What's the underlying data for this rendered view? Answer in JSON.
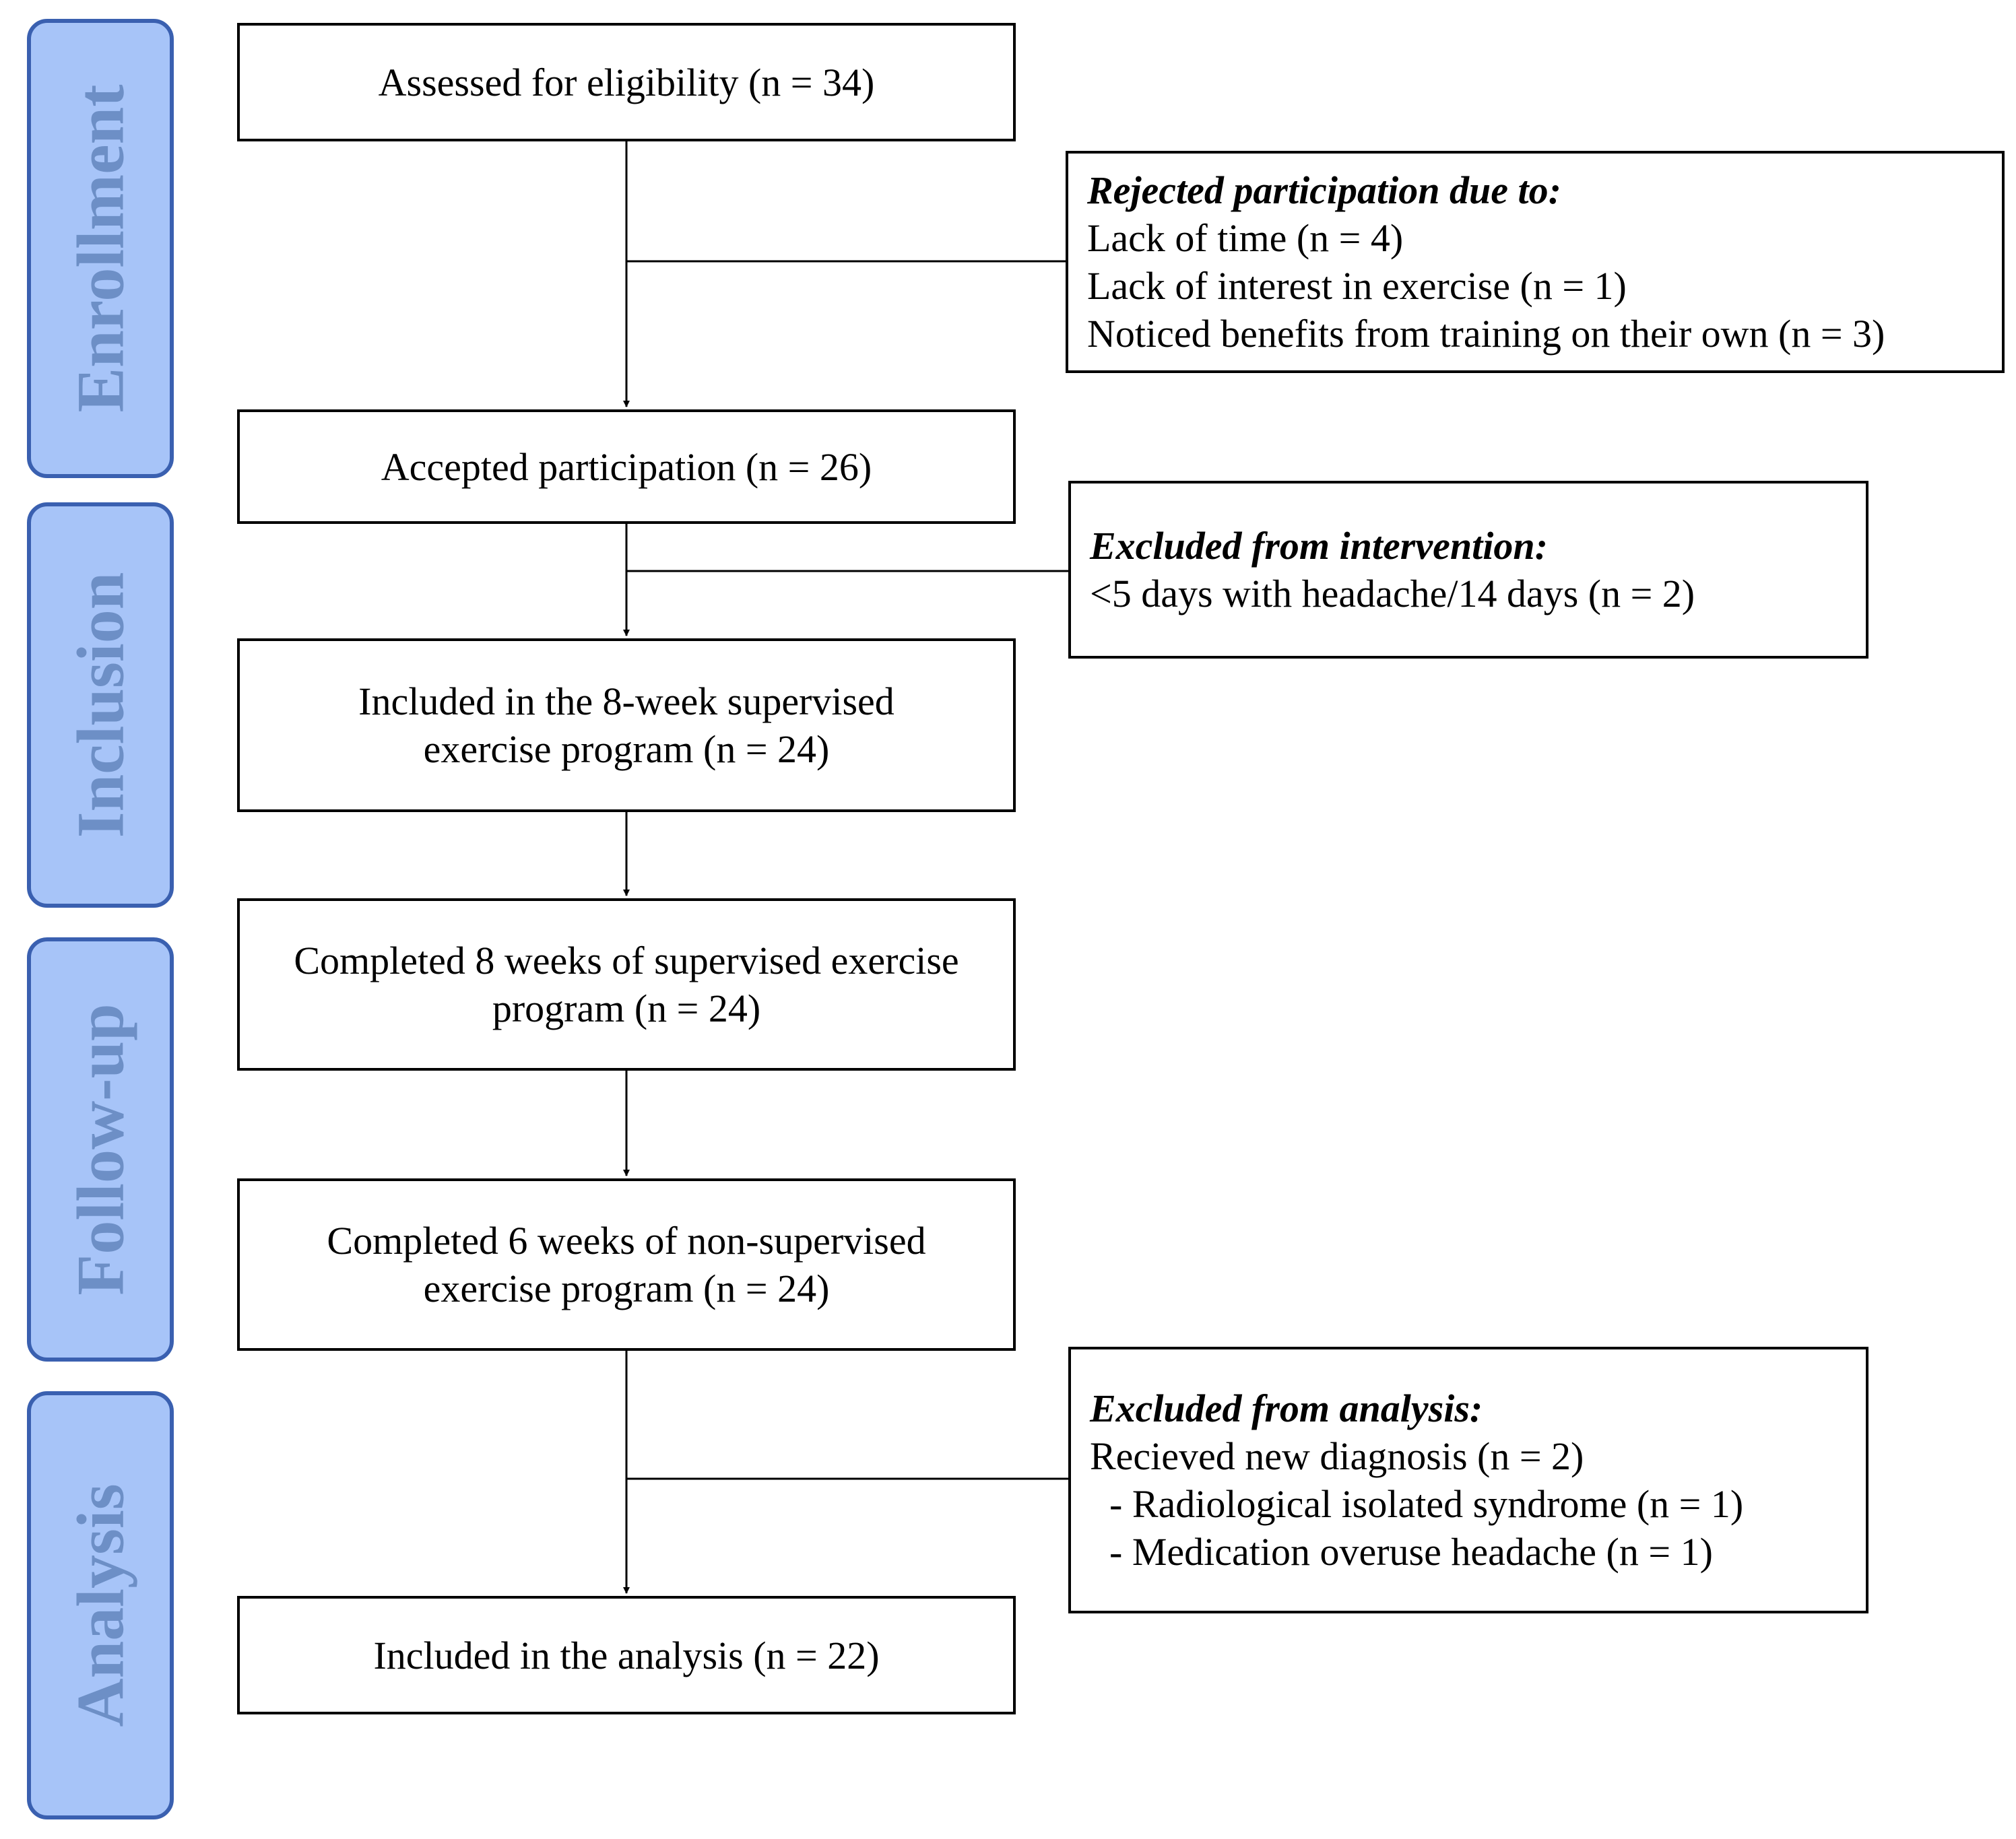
{
  "stages": [
    {
      "id": "enrollment",
      "label": "Enrollment"
    },
    {
      "id": "inclusion",
      "label": "Inclusion"
    },
    {
      "id": "follow_up",
      "label": "Follow-up"
    },
    {
      "id": "analysis",
      "label": "Analysis"
    }
  ],
  "main_boxes": {
    "assessed": {
      "lines": [
        "Assessed for eligibility (n = 34)"
      ]
    },
    "accepted": {
      "lines": [
        "Accepted participation (n = 26)"
      ]
    },
    "included_program": {
      "lines": [
        "Included in the 8-week supervised",
        "exercise program (n = 24)"
      ]
    },
    "completed_supervised": {
      "lines": [
        "Completed 8 weeks of supervised exercise",
        "program (n = 24)"
      ]
    },
    "completed_nonsupervised": {
      "lines": [
        "Completed 6 weeks of non-supervised",
        "exercise program (n = 24)"
      ]
    },
    "included_analysis": {
      "lines": [
        "Included in the analysis (n = 22)"
      ]
    }
  },
  "side_boxes": {
    "rejected": {
      "heading": "Rejected participation due to:",
      "lines": [
        "Lack of time (n = 4)",
        "Lack of interest in exercise (n = 1)",
        "Noticed benefits from training on their own (n = 3)"
      ]
    },
    "excluded_intervention": {
      "heading": "Excluded from intervention:",
      "lines": [
        "<5 days with headache/14 days (n = 2)"
      ]
    },
    "excluded_analysis": {
      "heading": "Excluded from analysis:",
      "lines": [
        "Recieved new diagnosis (n = 2)",
        "  - Radiological isolated syndrome (n = 1)",
        "  - Medication overuse headache (n = 1)"
      ]
    }
  }
}
